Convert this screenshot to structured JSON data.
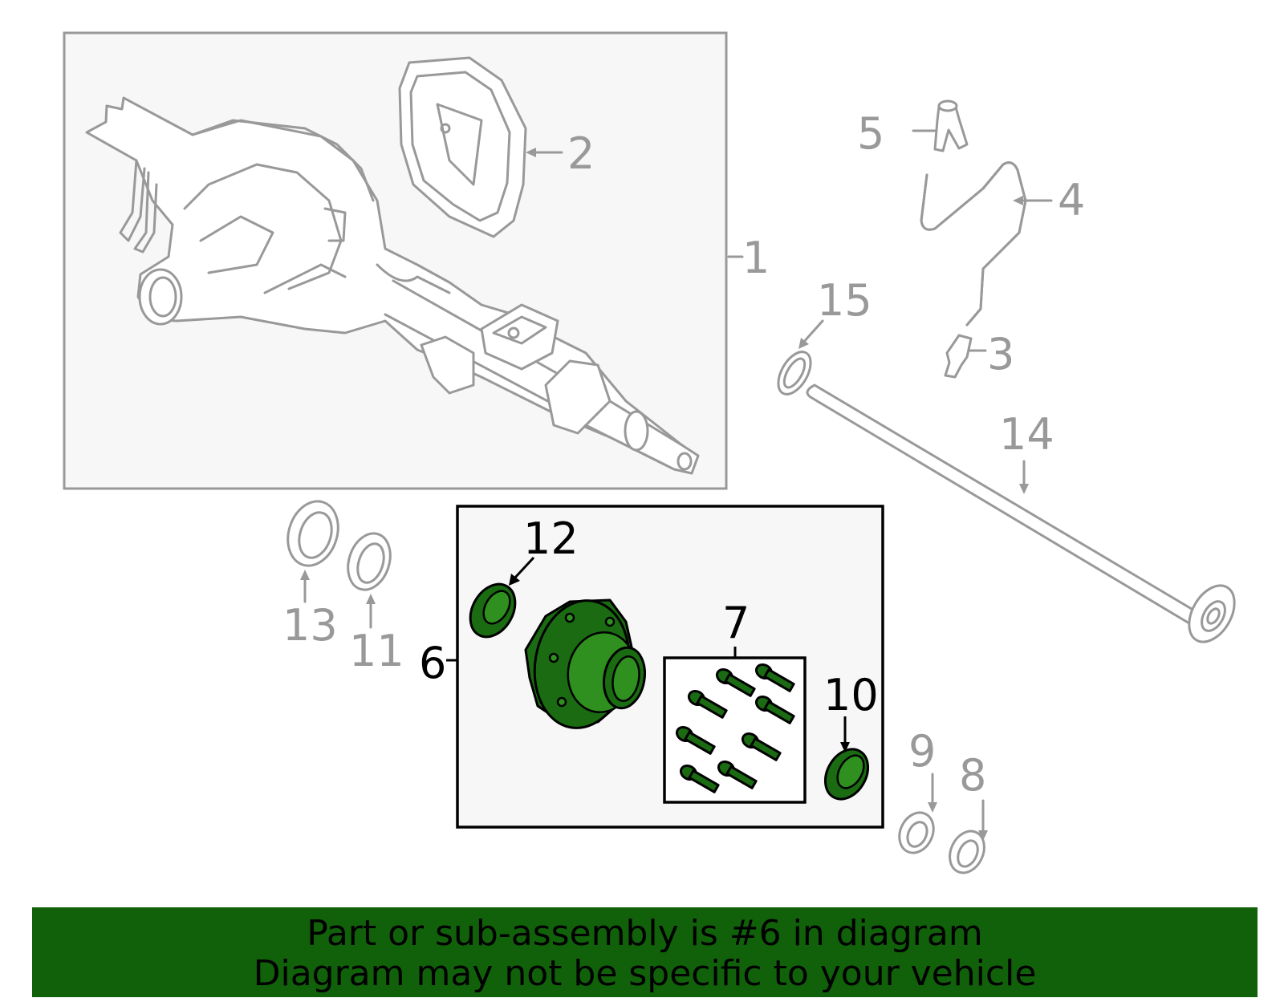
{
  "callouts": {
    "c1": "1",
    "c2": "2",
    "c3": "3",
    "c4": "4",
    "c5": "5",
    "c6": "6",
    "c7": "7",
    "c8": "8",
    "c9": "9",
    "c10": "10",
    "c11": "11",
    "c12": "12",
    "c13": "13",
    "c14": "14",
    "c15": "15"
  },
  "highlight_part": "6",
  "colors": {
    "highlight": "#1a6b12",
    "banner": "#11600a",
    "outline": "#999999"
  },
  "banner": {
    "line1": "Part or sub-assembly is #6 in diagram",
    "line2": "Diagram may not be specific to your vehicle"
  }
}
